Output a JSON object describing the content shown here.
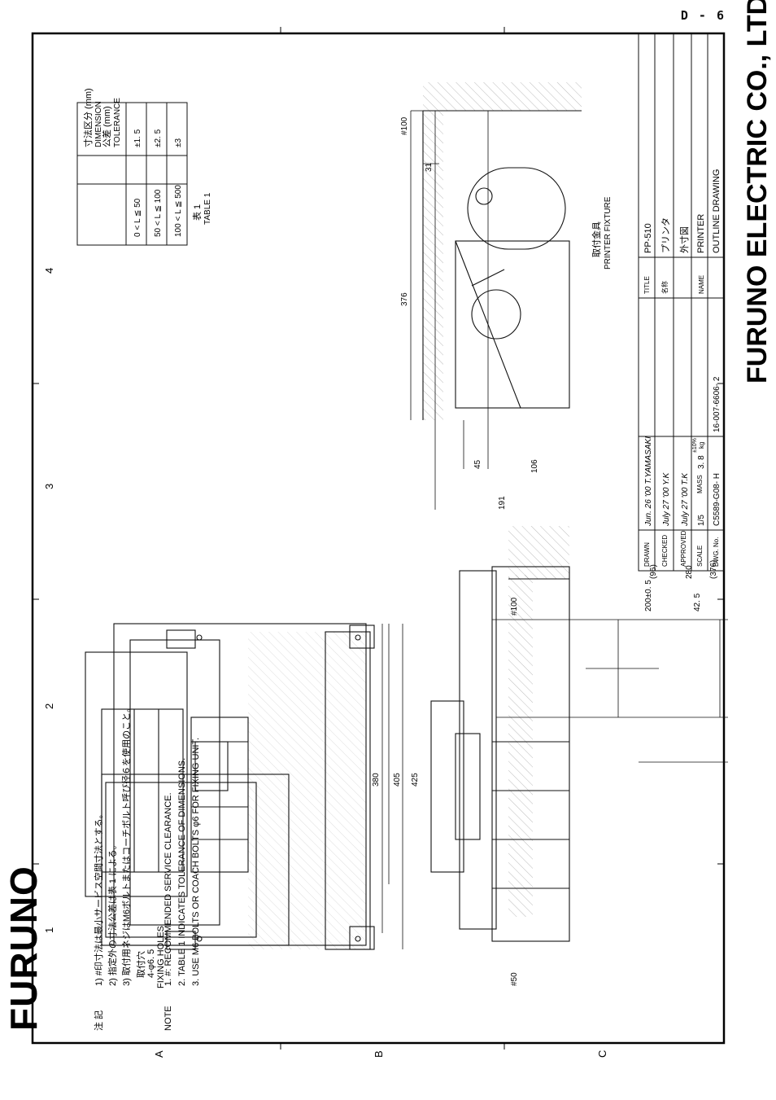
{
  "page_code": "D - 6",
  "brand": "FURUNO",
  "company": "FURUNO ELECTRIC CO., LTD.",
  "grid": {
    "cols": [
      "1",
      "2",
      "3",
      "4"
    ],
    "rows": [
      "A",
      "B",
      "C"
    ]
  },
  "tolerance_table": {
    "header_dimension_jp": "寸法区分 (mm)",
    "header_dimension_en": "DIMENSION",
    "header_tolerance_jp": "公差 (mm)",
    "header_tolerance_en": "TOLERANCE",
    "rows": [
      {
        "range": "0 < L ≦ 50",
        "tol": "±1. 5"
      },
      {
        "range": "50 < L ≦ 100",
        "tol": "±2. 5"
      },
      {
        "range": "100 < L ≦ 500",
        "tol": "±3"
      }
    ],
    "caption_jp": "表 1",
    "caption_en": "TABLE 1"
  },
  "side_view": {
    "dims": [
      "#100",
      "31",
      "376",
      "45",
      "106",
      "191"
    ],
    "fixture_label_jp": "取付金具",
    "fixture_label_en": "PRINTER FIXTURE"
  },
  "top_view": {
    "dims": [
      "(376)",
      "(96)",
      "280",
      "200±0. 5",
      "42. 5",
      "380",
      "405",
      "425"
    ],
    "fixing_jp": "取付穴",
    "fixing_spec": "4-φ6. 5",
    "fixing_en": "FIXING HOLES"
  },
  "front_view": {
    "dims": [
      "#100",
      "#50"
    ]
  },
  "notes_jp": {
    "label": "注 記",
    "items": [
      "1) #印寸法は最小サービス空間寸法とする。",
      "2) 指定外の寸法公差は表 1 による。",
      "3) 取付用ネジはM6ボルトまたはコーチボルト呼び径６を使用のこと。"
    ]
  },
  "notes_en": {
    "label": "NOTE",
    "items": [
      "1. #: RECOMMENDED SERVICE CLEARANCE.",
      "2. TABLE 1 INDICATES TOLERANCE OF DIMENSIONS.",
      "3. USE M6 BOLTS OR COACH BOLTS φ6 FOR FIXING UNIT."
    ]
  },
  "title_block": {
    "drawn_label": "DRAWN",
    "drawn_value": "Jun. 26 '00  T.YAMASAKI",
    "checked_label": "CHECKED",
    "checked_value": "July 27 '00  Y.K",
    "approved_label": "APPROVED",
    "approved_value": "July 27 '00  T.K",
    "scale_label": "SCALE",
    "scale_value": "1/5",
    "mass_label": "MASS",
    "mass_value": "3. 8",
    "mass_unit": "kg",
    "mass_tol": "±10%",
    "dwg_label": "DWG. No.",
    "dwg_value": "C5589-G08- H",
    "dwg_value2": "16-007-6606- 2",
    "title_label": "TITLE",
    "title_value": "PP-510",
    "name_jp_label": "名称",
    "name_jp_value": "プリンタ",
    "name_jp_value2": "外寸図",
    "name_label": "NAME",
    "name_value": "PRINTER",
    "name_value2": "OUTLINE DRAWING"
  }
}
